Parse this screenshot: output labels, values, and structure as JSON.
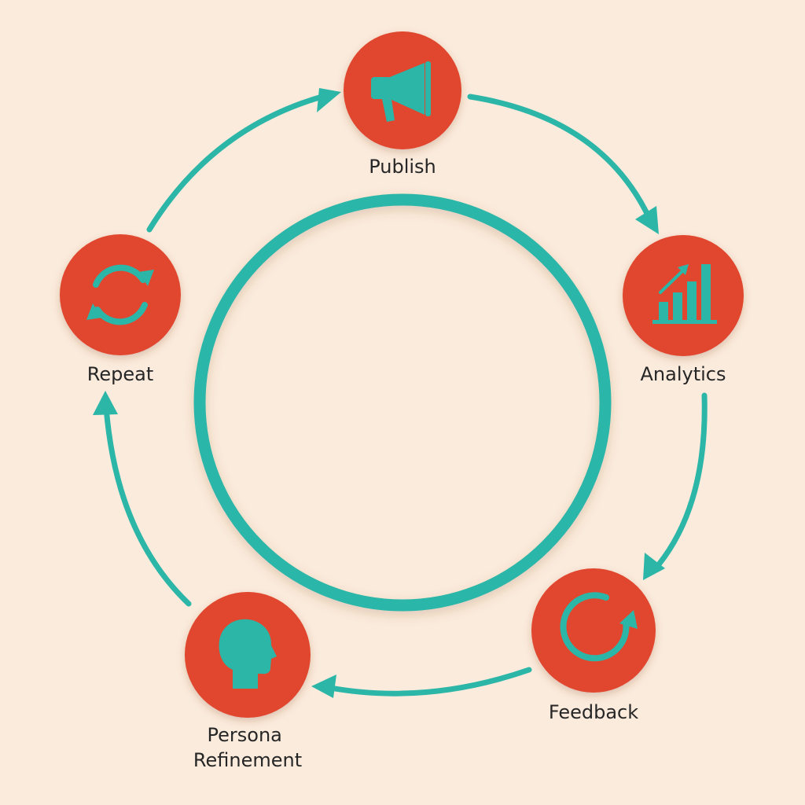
{
  "colors": {
    "background": "#fbebdc",
    "teal": "#2bb6a8",
    "node_fill": "#e1462f",
    "label_text": "#262626"
  },
  "cycle": {
    "steps": [
      {
        "id": "publish",
        "lines": [
          "Publish"
        ],
        "icon": "megaphone-icon"
      },
      {
        "id": "analytics",
        "lines": [
          "Analytics"
        ],
        "icon": "bar-chart-icon"
      },
      {
        "id": "feedback",
        "lines": [
          "Feedback"
        ],
        "icon": "circular-arrow-icon"
      },
      {
        "id": "persona-refinement",
        "lines": [
          "Persona",
          "Refinement"
        ],
        "icon": "head-profile-icon"
      },
      {
        "id": "repeat",
        "lines": [
          "Repeat"
        ],
        "icon": "refresh-icon"
      }
    ]
  }
}
